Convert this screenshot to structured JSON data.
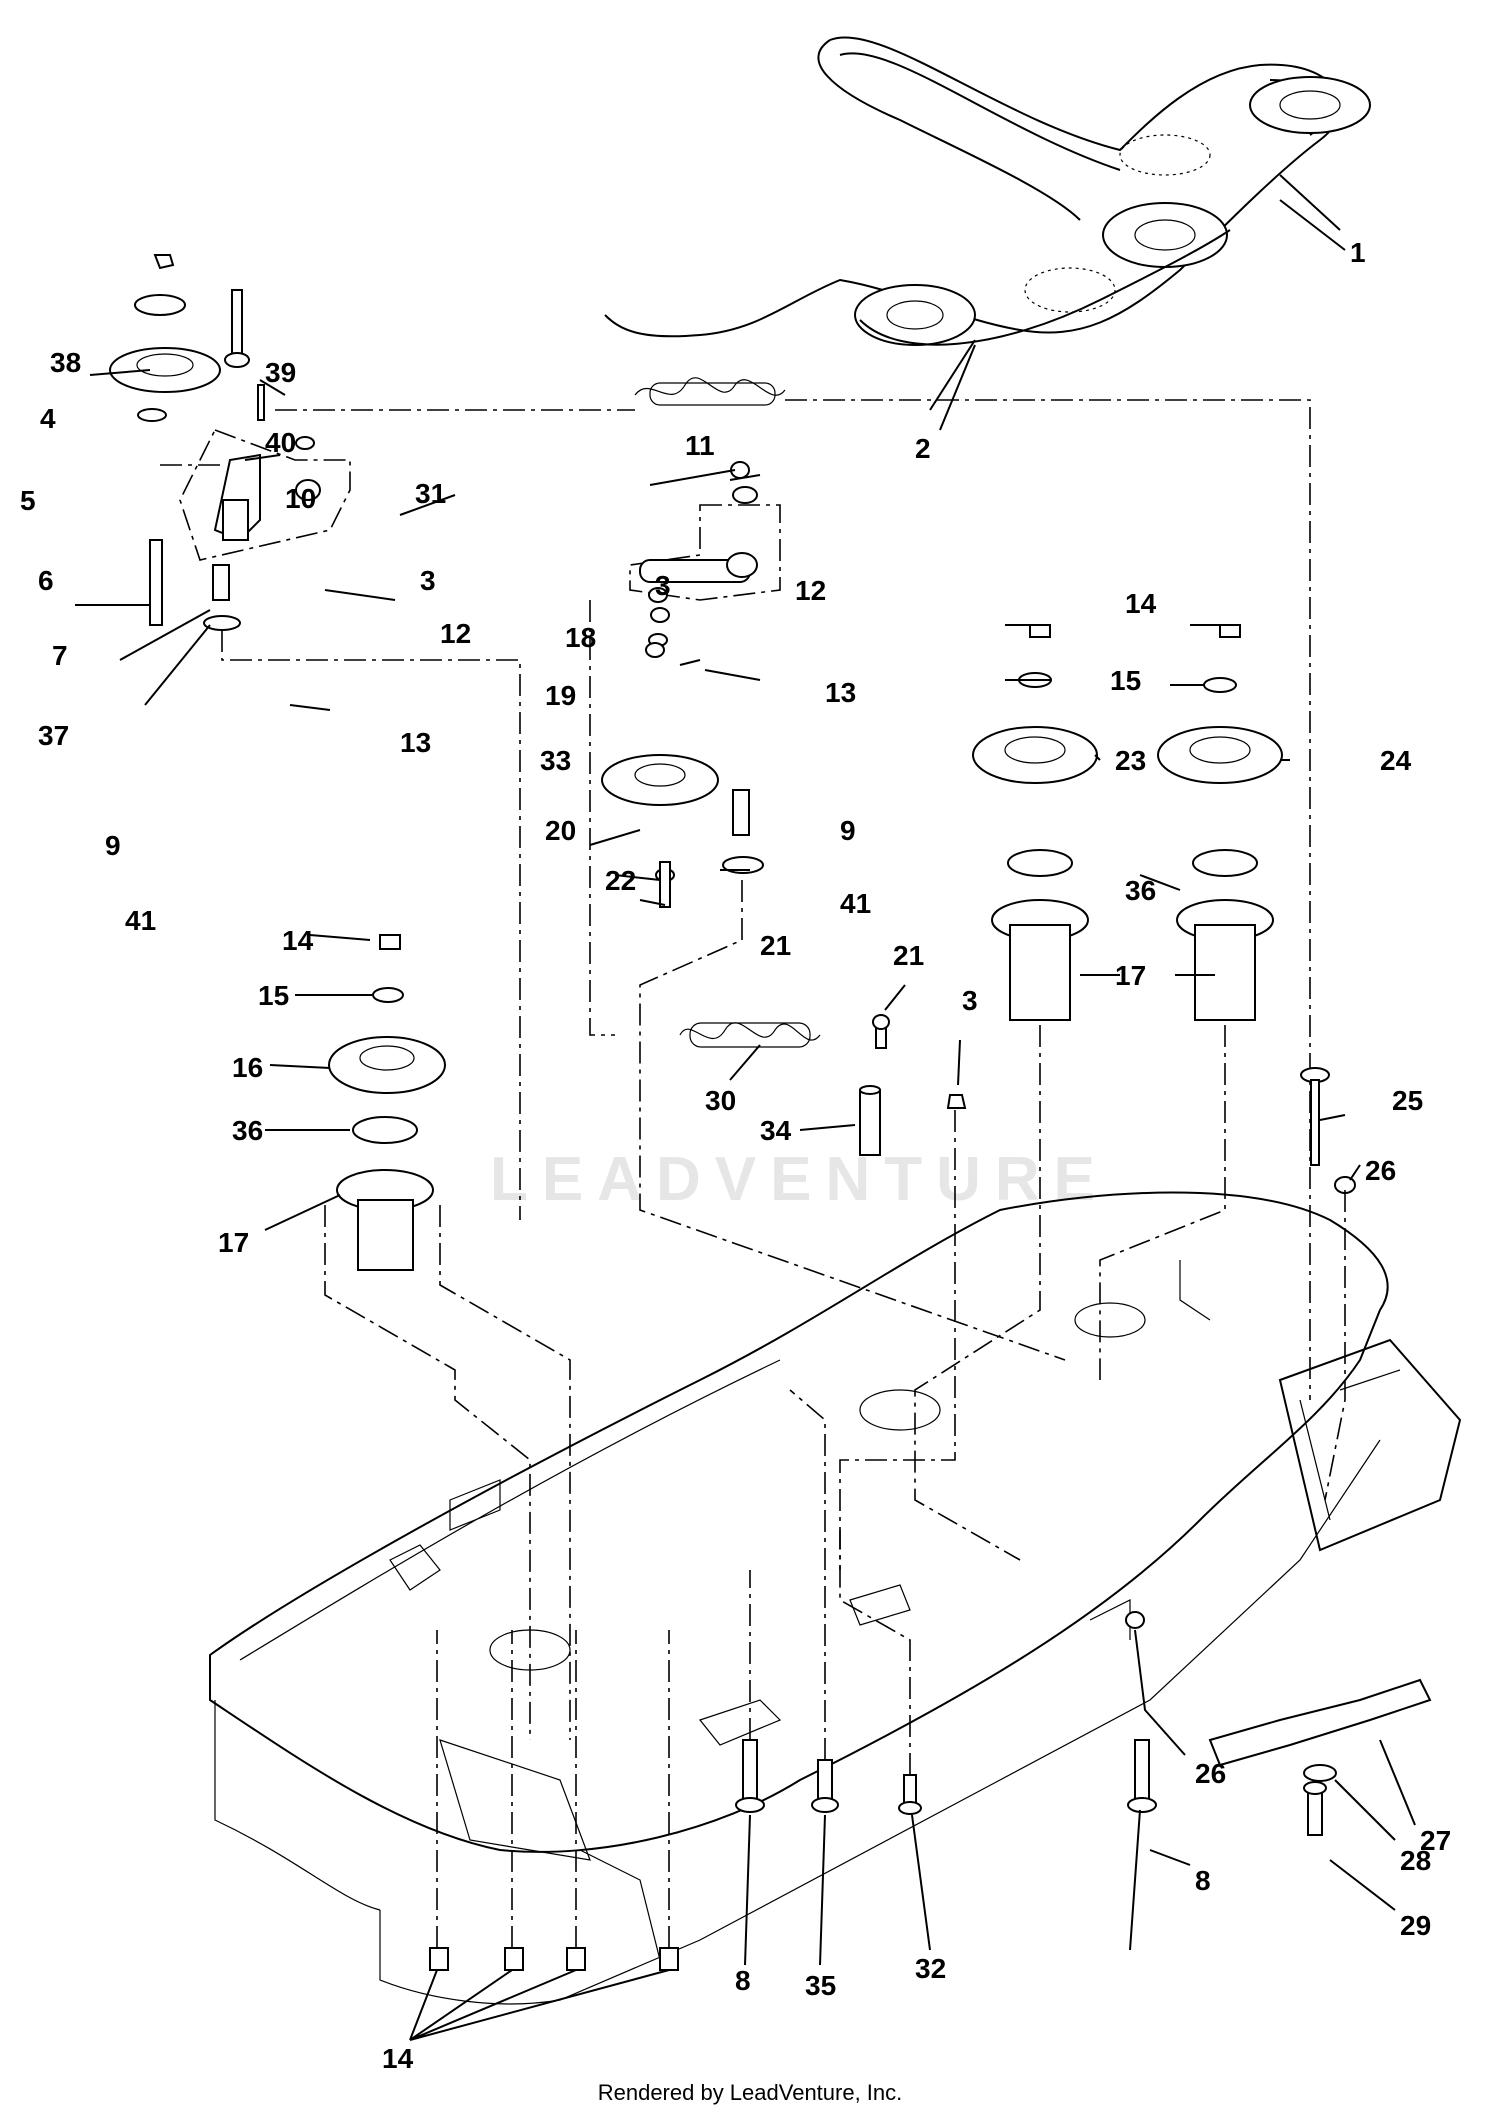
{
  "footer": {
    "credit": "Rendered by LeadVenture, Inc."
  },
  "watermark": {
    "text": "LEADVENTURE"
  },
  "callouts": [
    {
      "id": "c1",
      "label": "1"
    },
    {
      "id": "c2",
      "label": "2"
    },
    {
      "id": "c38",
      "label": "38"
    },
    {
      "id": "c39",
      "label": "39"
    },
    {
      "id": "c4",
      "label": "4"
    },
    {
      "id": "c40",
      "label": "40"
    },
    {
      "id": "c5",
      "label": "5"
    },
    {
      "id": "c10",
      "label": "10"
    },
    {
      "id": "c31",
      "label": "31"
    },
    {
      "id": "c11",
      "label": "11"
    },
    {
      "id": "c6",
      "label": "6"
    },
    {
      "id": "c3a",
      "label": "3"
    },
    {
      "id": "c12a",
      "label": "12"
    },
    {
      "id": "c7",
      "label": "7"
    },
    {
      "id": "c13a",
      "label": "13"
    },
    {
      "id": "c37",
      "label": "37"
    },
    {
      "id": "c9a",
      "label": "9"
    },
    {
      "id": "c41a",
      "label": "41"
    },
    {
      "id": "c3b",
      "label": "3"
    },
    {
      "id": "c12b",
      "label": "12"
    },
    {
      "id": "c18",
      "label": "18"
    },
    {
      "id": "c19",
      "label": "19"
    },
    {
      "id": "c13b",
      "label": "13"
    },
    {
      "id": "c33",
      "label": "33"
    },
    {
      "id": "c20",
      "label": "20"
    },
    {
      "id": "c9b",
      "label": "9"
    },
    {
      "id": "c22",
      "label": "22"
    },
    {
      "id": "c41b",
      "label": "41"
    },
    {
      "id": "c21a",
      "label": "21"
    },
    {
      "id": "c14a",
      "label": "14"
    },
    {
      "id": "c15a",
      "label": "15"
    },
    {
      "id": "c23",
      "label": "23"
    },
    {
      "id": "c24",
      "label": "24"
    },
    {
      "id": "c36a",
      "label": "36"
    },
    {
      "id": "c17a",
      "label": "17"
    },
    {
      "id": "c14b",
      "label": "14"
    },
    {
      "id": "c15b",
      "label": "15"
    },
    {
      "id": "c16",
      "label": "16"
    },
    {
      "id": "c36b",
      "label": "36"
    },
    {
      "id": "c17b",
      "label": "17"
    },
    {
      "id": "c21b",
      "label": "21"
    },
    {
      "id": "c3c",
      "label": "3"
    },
    {
      "id": "c30",
      "label": "30"
    },
    {
      "id": "c34",
      "label": "34"
    },
    {
      "id": "c25",
      "label": "25"
    },
    {
      "id": "c26a",
      "label": "26"
    },
    {
      "id": "c26b",
      "label": "26"
    },
    {
      "id": "c27",
      "label": "27"
    },
    {
      "id": "c28",
      "label": "28"
    },
    {
      "id": "c29",
      "label": "29"
    },
    {
      "id": "c8a",
      "label": "8"
    },
    {
      "id": "c8b",
      "label": "8"
    },
    {
      "id": "c35",
      "label": "35"
    },
    {
      "id": "c32",
      "label": "32"
    },
    {
      "id": "c14c",
      "label": "14"
    }
  ]
}
